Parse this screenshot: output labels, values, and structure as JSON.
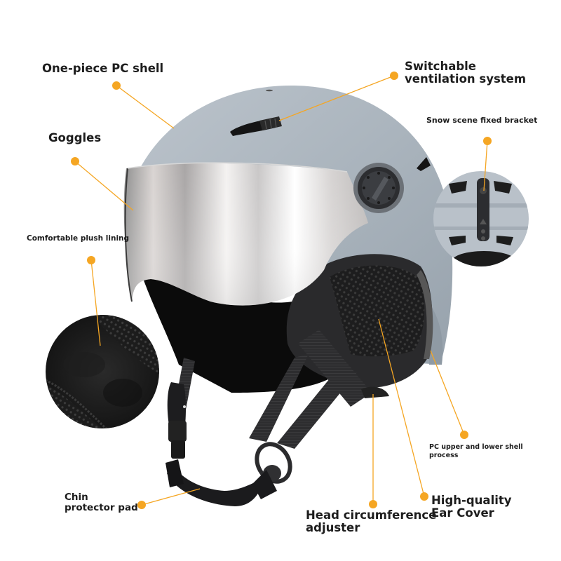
{
  "accent_color": "#f5a623",
  "helmet_color": "#a9b3bc",
  "labels": {
    "shell": {
      "text": "One-piece PC shell"
    },
    "ventilation": {
      "line1": "Switchable",
      "line2": "ventilation system"
    },
    "bracket": {
      "text": "Snow scene fixed bracket"
    },
    "goggles": {
      "text": "Goggles"
    },
    "lining": {
      "text": "Comfortable plush lining"
    },
    "process": {
      "line1": "PC upper and lower shell",
      "line2": "process"
    },
    "chin": {
      "line1": "Chin",
      "line2": "protector pad"
    },
    "adjuster": {
      "line1": "Head circumference",
      "line2": "adjuster"
    },
    "ear": {
      "line1": "High-quality",
      "line2": "Ear Cover"
    }
  },
  "callouts": [
    {
      "id": "shell",
      "dot": [
        166,
        122
      ],
      "end": [
        248,
        183
      ]
    },
    {
      "id": "ventilation",
      "dot": [
        562,
        108
      ],
      "end": [
        398,
        172
      ]
    },
    {
      "id": "bracket",
      "dot": [
        695,
        201
      ],
      "end": [
        690,
        272
      ]
    },
    {
      "id": "goggles",
      "dot": [
        107,
        230
      ],
      "end": [
        190,
        300
      ]
    },
    {
      "id": "lining",
      "dot": [
        130,
        371
      ],
      "end": [
        143,
        493
      ]
    },
    {
      "id": "process",
      "dot": [
        662,
        620
      ],
      "end": [
        614,
        500
      ]
    },
    {
      "id": "chin",
      "dot": [
        202,
        720
      ],
      "end": [
        285,
        697
      ]
    },
    {
      "id": "adjuster",
      "dot": [
        532,
        719
      ],
      "end": [
        532,
        562
      ]
    },
    {
      "id": "ear",
      "dot": [
        605,
        708
      ],
      "end": [
        540,
        455
      ]
    }
  ]
}
